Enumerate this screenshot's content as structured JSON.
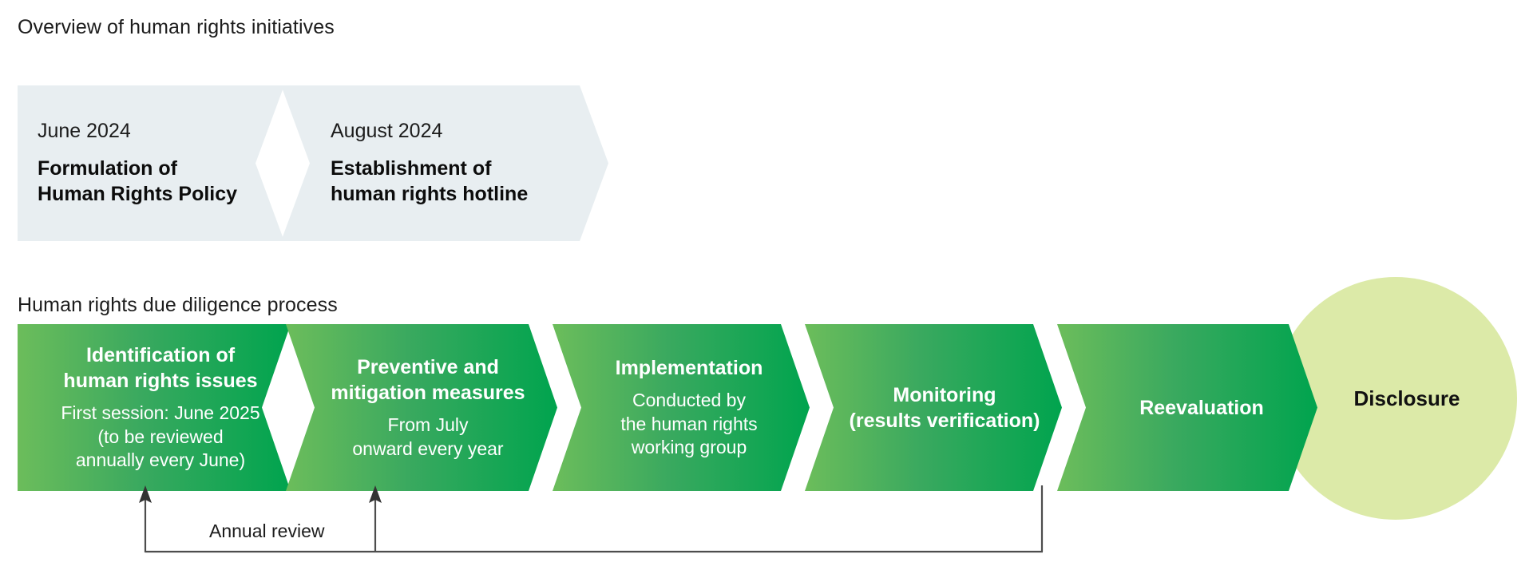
{
  "overview": {
    "title": "Overview of human rights initiatives",
    "milestones": [
      {
        "date": "June 2024",
        "label": "Formulation of\nHuman Rights Policy"
      },
      {
        "date": "August 2024",
        "label": "Establishment of\nhuman rights hotline"
      }
    ]
  },
  "due_diligence": {
    "title": "Human rights due diligence process",
    "steps": [
      {
        "title": "Identification of\nhuman rights issues",
        "sub": "First session: June 2025\n(to be reviewed\nannually every June)"
      },
      {
        "title": "Preventive and\nmitigation measures",
        "sub": "From July\nonward every year"
      },
      {
        "title": "Implementation",
        "sub": "Conducted by\nthe human rights\nworking group"
      },
      {
        "title": "Monitoring\n(results verification)",
        "sub": ""
      },
      {
        "title": "Reevaluation",
        "sub": ""
      }
    ],
    "outcome": {
      "label": "Disclosure"
    },
    "feedback_loop": {
      "label": "Annual review"
    }
  },
  "colors": {
    "timeline_fill": "#e8eef1",
    "process_gradient_start": "#6cbd5b",
    "process_gradient_end": "#00a44e",
    "disclosure_fill": "#dceaa8",
    "loop_stroke": "#4d4d4d",
    "text_dark": "#1c1c1c",
    "text_light": "#ffffff"
  }
}
